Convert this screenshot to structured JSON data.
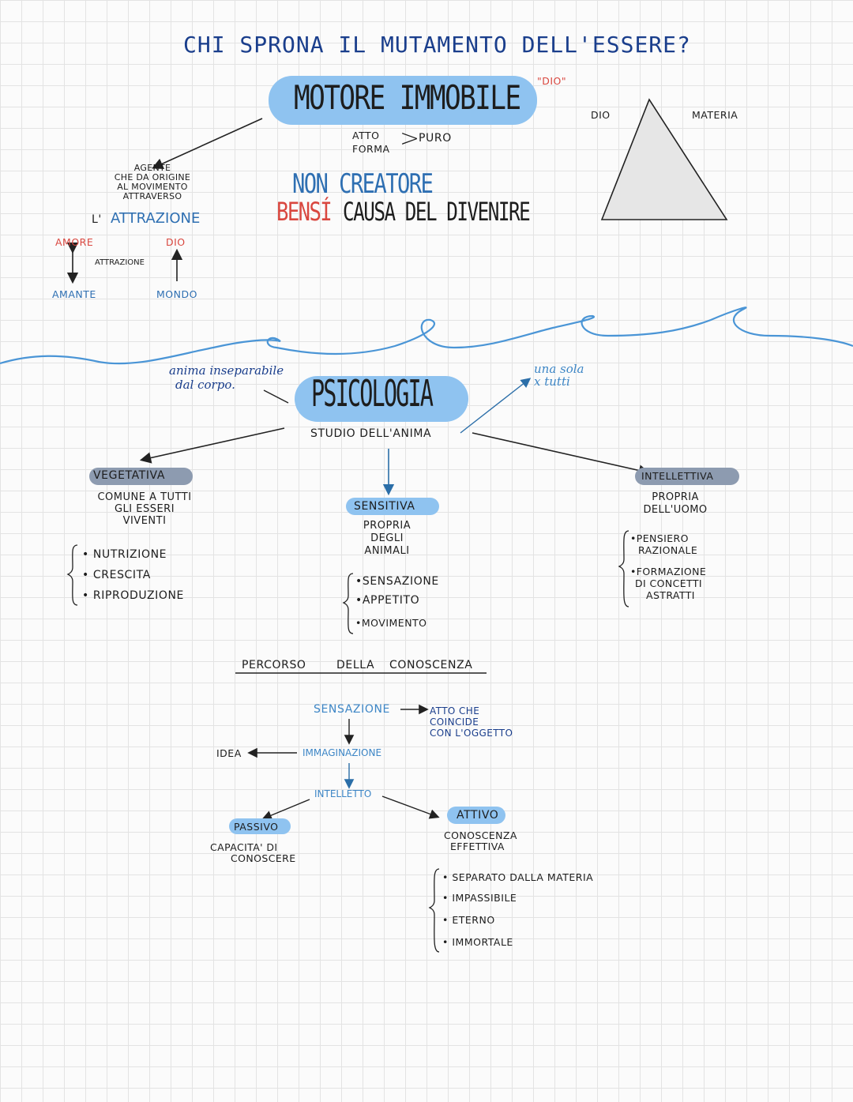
{
  "top": {
    "question": "CHI SPRONA IL MUTAMENTO DELL'ESSERE?",
    "motore": "MOTORE IMMOBILE",
    "dio_quote": "\"DIO\"",
    "atto": "ATTO",
    "forma": "FORMA",
    "puro": "PURO",
    "non_creatore": "NON CREATORE",
    "bensi": "BENSÍ",
    "causa": "CAUSA DEL DIVENIRE",
    "agente": [
      "AGENTE",
      "CHE DA ORIGINE",
      "AL MOVIMENTO",
      "ATTRAVERSO"
    ],
    "l_attrazione_l": "L'",
    "attrazione": "ATTRAZIONE",
    "amore": "AMORE",
    "dio_small": "DIO",
    "attrazione_small": "ATTRAZIONE",
    "amante": "AMANTE",
    "mondo": "MONDO",
    "triangle_left": "DIO",
    "triangle_right": "MATERIA"
  },
  "psico": {
    "title": "PSICOLOGIA",
    "subtitle": "STUDIO DELL'ANIMA",
    "left_note": [
      "anima inseparabile",
      "dal corpo."
    ],
    "right_note": [
      "una sola",
      "x tutti"
    ],
    "vegetativa": {
      "label": "VEGETATIVA",
      "desc": [
        "COMUNE A TUTTI",
        "GLI ESSERI",
        "VIVENTI"
      ],
      "items": [
        "NUTRIZIONE",
        "CRESCITA",
        "RIPRODUZIONE"
      ]
    },
    "sensitiva": {
      "label": "SENSITIVA",
      "desc": [
        "PROPRIA",
        "DEGLI",
        "ANIMALI"
      ],
      "items": [
        "SENSAZIONE",
        "APPETITO",
        "MOVIMENTO"
      ]
    },
    "intellettiva": {
      "label": "INTELLETTIVA",
      "desc": [
        "PROPRIA",
        "DELL'UOMO"
      ],
      "items": [
        [
          "PENSIERO",
          "RAZIONALE"
        ],
        [
          "FORMAZIONE",
          "DI CONCETTI",
          "ASTRATTI"
        ]
      ]
    }
  },
  "conoscenza": {
    "title_1": "PERCORSO",
    "title_2": "DELLA",
    "title_3": "CONOSCENZA",
    "sensazione": "SENSAZIONE",
    "atto": [
      "ATTO CHE",
      "COINCIDE",
      "CON L'OGGETTO"
    ],
    "idea": "IDEA",
    "immaginazione": "IMMAGINAZIONE",
    "intelletto": "INTELLETTO",
    "passivo": "PASSIVO",
    "passivo_desc": [
      "CAPACITA' DI",
      "CONOSCERE"
    ],
    "attivo": "ATTIVO",
    "attivo_desc": [
      "CONOSCENZA",
      "EFFETTIVA"
    ],
    "attivo_items": [
      "SEPARATO DALLA MATERIA",
      "IMPASSIBILE",
      "ETERNO",
      "IMMORTALE"
    ]
  },
  "colors": {
    "accent_blue": "#8fc3f0",
    "text_blue": "#3d86c6",
    "red": "#d9473f",
    "gray_pill": "#8d9bb0"
  }
}
